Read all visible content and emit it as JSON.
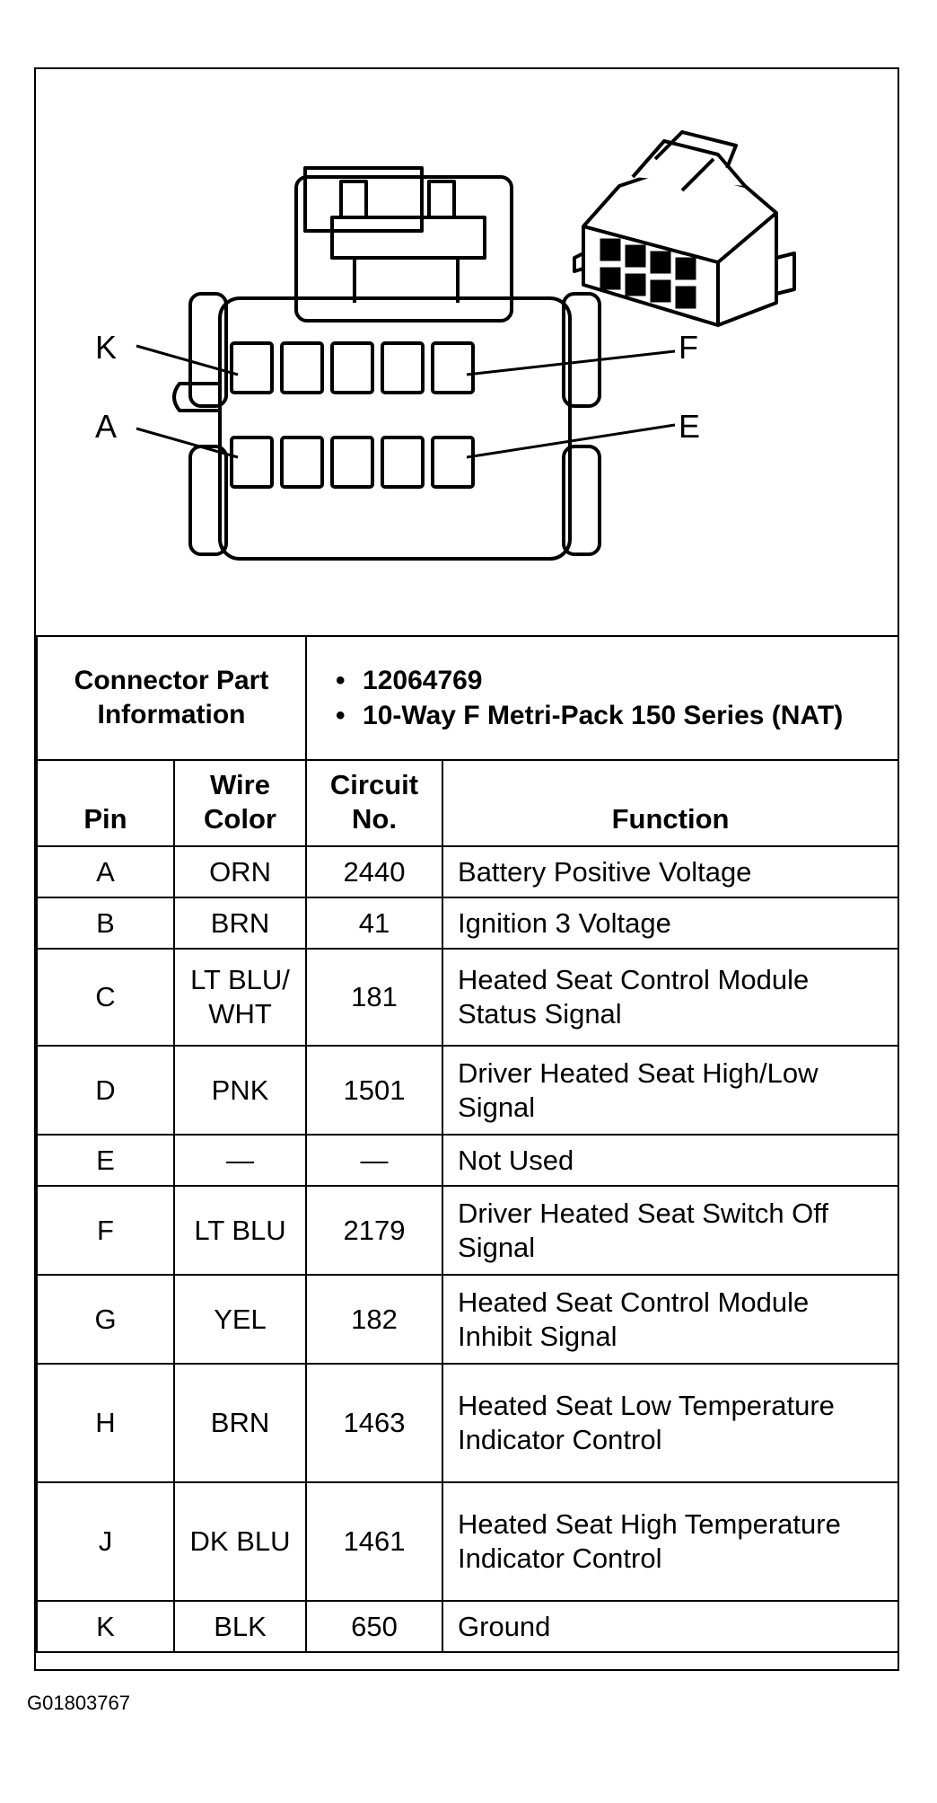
{
  "diagram": {
    "labels": {
      "top_left": "K",
      "top_right": "F",
      "bottom_left": "A",
      "bottom_right": "E"
    }
  },
  "connector_info": {
    "label": "Connector Part Information",
    "items": [
      "12064769",
      "10-Way F Metri-Pack 150 Series (NAT)"
    ]
  },
  "table": {
    "headers": [
      "Pin",
      "Wire Color",
      "Circuit No.",
      "Function"
    ],
    "rows": [
      {
        "pin": "A",
        "color": "ORN",
        "circuit": "2440",
        "function": "Battery Positive Voltage"
      },
      {
        "pin": "B",
        "color": "BRN",
        "circuit": "41",
        "function": "Ignition 3 Voltage"
      },
      {
        "pin": "C",
        "color": "LT BLU/ WHT",
        "circuit": "181",
        "function": "Heated Seat Control Module Status Signal"
      },
      {
        "pin": "D",
        "color": "PNK",
        "circuit": "1501",
        "function": "Driver Heated Seat High/Low Signal"
      },
      {
        "pin": "E",
        "color": "—",
        "circuit": "—",
        "function": "Not Used"
      },
      {
        "pin": "F",
        "color": "LT BLU",
        "circuit": "2179",
        "function": "Driver Heated Seat Switch Off Signal"
      },
      {
        "pin": "G",
        "color": "YEL",
        "circuit": "182",
        "function": "Heated Seat Control Module Inhibit Signal"
      },
      {
        "pin": "H",
        "color": "BRN",
        "circuit": "1463",
        "function": "Heated Seat Low Temperature Indicator Control"
      },
      {
        "pin": "J",
        "color": "DK BLU",
        "circuit": "1461",
        "function": "Heated Seat High Temperature Indicator Control"
      },
      {
        "pin": "K",
        "color": "BLK",
        "circuit": "650",
        "function": "Ground"
      }
    ]
  },
  "footer": {
    "figure_id": "G01803767"
  }
}
